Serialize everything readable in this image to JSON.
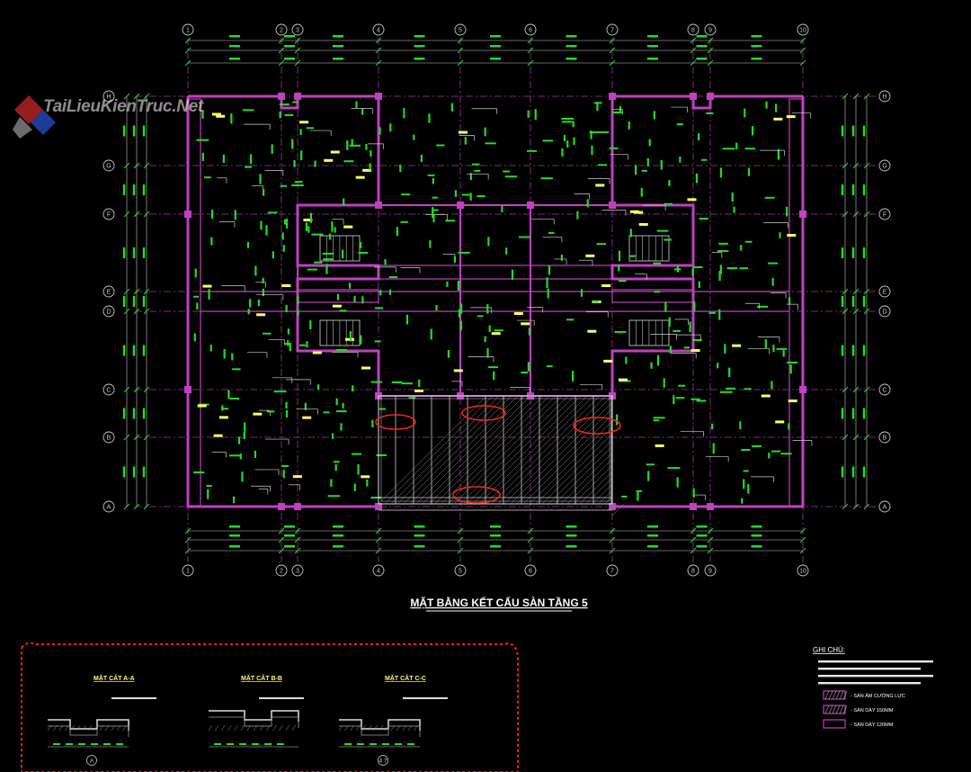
{
  "watermark": {
    "text": "TaiLieuKienTruc.Net"
  },
  "drawing_title": "MẶT BẰNG KẾT CẤU SÀN TẦNG 5",
  "grid": {
    "columns": [
      "1",
      "2",
      "3",
      "4",
      "5",
      "6",
      "7",
      "8",
      "9",
      "10"
    ],
    "rows": [
      "H",
      "G",
      "F",
      "E",
      "D",
      "C",
      "B",
      "A"
    ]
  },
  "sections": [
    {
      "title": "MẶT CẮT A-A",
      "marker": "A"
    },
    {
      "title": "MẶT CẮT B-B",
      "marker": ""
    },
    {
      "title": "MẶT CẮT C-C",
      "marker": "4 7"
    }
  ],
  "legend": {
    "title": "GHI CHÚ:",
    "items": [
      {
        "label": "- SÀN ÂM CƯỜNG LỰC"
      },
      {
        "label": "- SÀN DÀY 150MM"
      },
      {
        "label": "- SÀN DÀY 120MM"
      }
    ]
  },
  "colors": {
    "background": "#000000",
    "wall": "#c040c0",
    "dimension": "#22dd22",
    "grid": "#c8c8c8",
    "axis": "#9a3a9a",
    "highlight": "#ff2020",
    "note": "#ffff66"
  }
}
